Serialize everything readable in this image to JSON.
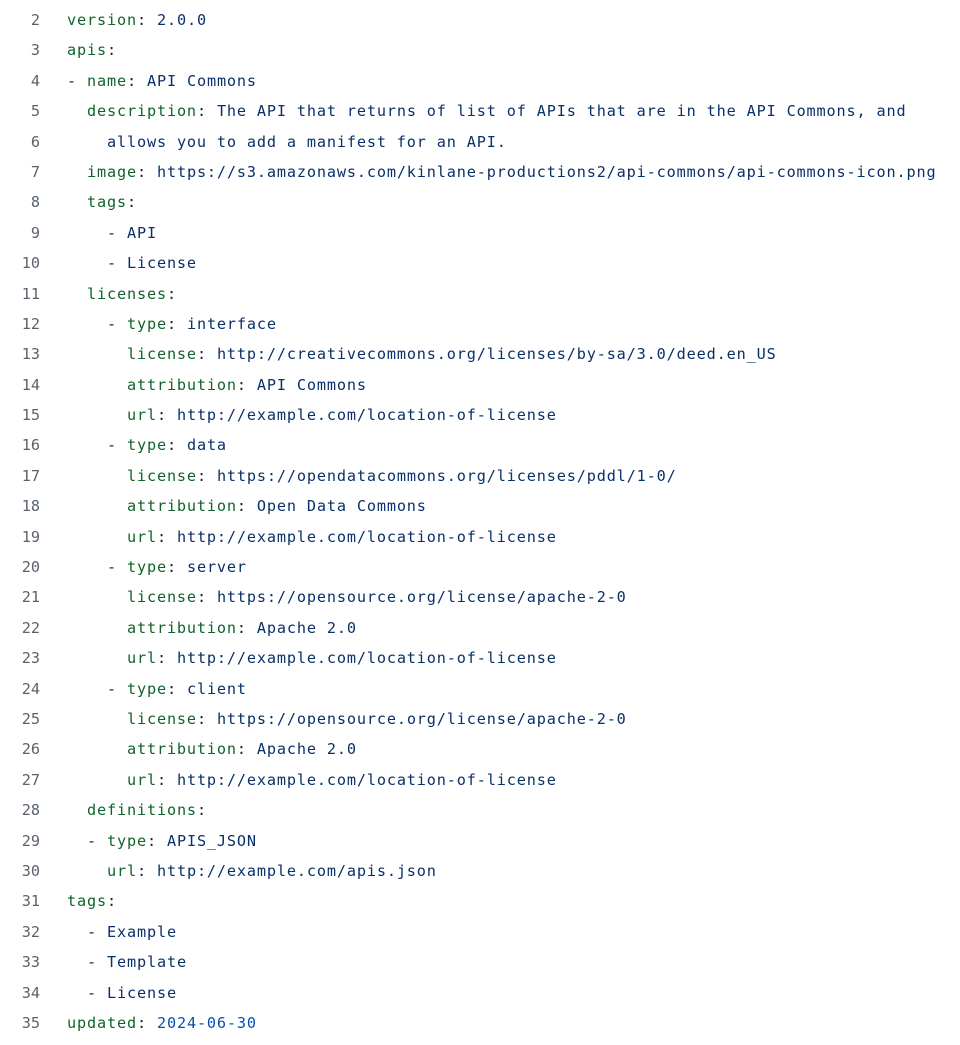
{
  "colors": {
    "key": "#116329",
    "value": "#0a3069",
    "punct": "#1f2328",
    "number": "#0550ae",
    "line_number": "#59636e"
  },
  "lines": [
    {
      "n": "2",
      "tokens": [
        {
          "t": "version",
          "c": "k"
        },
        {
          "t": ": ",
          "c": "p"
        },
        {
          "t": "2.0.0",
          "c": "v"
        }
      ]
    },
    {
      "n": "3",
      "tokens": [
        {
          "t": "apis",
          "c": "k"
        },
        {
          "t": ":",
          "c": "p"
        }
      ]
    },
    {
      "n": "4",
      "tokens": [
        {
          "t": "- ",
          "c": "p"
        },
        {
          "t": "name",
          "c": "k"
        },
        {
          "t": ": ",
          "c": "p"
        },
        {
          "t": "API Commons",
          "c": "v"
        }
      ]
    },
    {
      "n": "5",
      "tokens": [
        {
          "t": "  ",
          "c": "p"
        },
        {
          "t": "description",
          "c": "k"
        },
        {
          "t": ": ",
          "c": "p"
        },
        {
          "t": "The API that returns of list of APIs that are in the API Commons, and",
          "c": "v"
        }
      ]
    },
    {
      "n": "6",
      "tokens": [
        {
          "t": "    ",
          "c": "p"
        },
        {
          "t": "allows you to add a manifest for an API.",
          "c": "v"
        }
      ]
    },
    {
      "n": "7",
      "tokens": [
        {
          "t": "  ",
          "c": "p"
        },
        {
          "t": "image",
          "c": "k"
        },
        {
          "t": ": ",
          "c": "p"
        },
        {
          "t": "https://s3.amazonaws.com/kinlane-productions2/api-commons/api-commons-icon.png",
          "c": "v"
        }
      ]
    },
    {
      "n": "8",
      "tokens": [
        {
          "t": "  ",
          "c": "p"
        },
        {
          "t": "tags",
          "c": "k"
        },
        {
          "t": ":",
          "c": "p"
        }
      ]
    },
    {
      "n": "9",
      "tokens": [
        {
          "t": "    - ",
          "c": "p"
        },
        {
          "t": "API",
          "c": "v"
        }
      ]
    },
    {
      "n": "10",
      "tokens": [
        {
          "t": "    - ",
          "c": "p"
        },
        {
          "t": "License",
          "c": "v"
        }
      ]
    },
    {
      "n": "11",
      "tokens": [
        {
          "t": "  ",
          "c": "p"
        },
        {
          "t": "licenses",
          "c": "k"
        },
        {
          "t": ":",
          "c": "p"
        }
      ]
    },
    {
      "n": "12",
      "tokens": [
        {
          "t": "    - ",
          "c": "p"
        },
        {
          "t": "type",
          "c": "k"
        },
        {
          "t": ": ",
          "c": "p"
        },
        {
          "t": "interface",
          "c": "v"
        }
      ]
    },
    {
      "n": "13",
      "tokens": [
        {
          "t": "      ",
          "c": "p"
        },
        {
          "t": "license",
          "c": "k"
        },
        {
          "t": ": ",
          "c": "p"
        },
        {
          "t": "http://creativecommons.org/licenses/by-sa/3.0/deed.en_US",
          "c": "v"
        }
      ]
    },
    {
      "n": "14",
      "tokens": [
        {
          "t": "      ",
          "c": "p"
        },
        {
          "t": "attribution",
          "c": "k"
        },
        {
          "t": ": ",
          "c": "p"
        },
        {
          "t": "API Commons",
          "c": "v"
        }
      ]
    },
    {
      "n": "15",
      "tokens": [
        {
          "t": "      ",
          "c": "p"
        },
        {
          "t": "url",
          "c": "k"
        },
        {
          "t": ": ",
          "c": "p"
        },
        {
          "t": "http://example.com/location-of-license",
          "c": "v"
        }
      ]
    },
    {
      "n": "16",
      "tokens": [
        {
          "t": "    - ",
          "c": "p"
        },
        {
          "t": "type",
          "c": "k"
        },
        {
          "t": ": ",
          "c": "p"
        },
        {
          "t": "data",
          "c": "v"
        }
      ]
    },
    {
      "n": "17",
      "tokens": [
        {
          "t": "      ",
          "c": "p"
        },
        {
          "t": "license",
          "c": "k"
        },
        {
          "t": ": ",
          "c": "p"
        },
        {
          "t": "https://opendatacommons.org/licenses/pddl/1-0/",
          "c": "v"
        }
      ]
    },
    {
      "n": "18",
      "tokens": [
        {
          "t": "      ",
          "c": "p"
        },
        {
          "t": "attribution",
          "c": "k"
        },
        {
          "t": ": ",
          "c": "p"
        },
        {
          "t": "Open Data Commons",
          "c": "v"
        }
      ]
    },
    {
      "n": "19",
      "tokens": [
        {
          "t": "      ",
          "c": "p"
        },
        {
          "t": "url",
          "c": "k"
        },
        {
          "t": ": ",
          "c": "p"
        },
        {
          "t": "http://example.com/location-of-license",
          "c": "v"
        }
      ]
    },
    {
      "n": "20",
      "tokens": [
        {
          "t": "    - ",
          "c": "p"
        },
        {
          "t": "type",
          "c": "k"
        },
        {
          "t": ": ",
          "c": "p"
        },
        {
          "t": "server",
          "c": "v"
        }
      ]
    },
    {
      "n": "21",
      "tokens": [
        {
          "t": "      ",
          "c": "p"
        },
        {
          "t": "license",
          "c": "k"
        },
        {
          "t": ": ",
          "c": "p"
        },
        {
          "t": "https://opensource.org/license/apache-2-0",
          "c": "v"
        }
      ]
    },
    {
      "n": "22",
      "tokens": [
        {
          "t": "      ",
          "c": "p"
        },
        {
          "t": "attribution",
          "c": "k"
        },
        {
          "t": ": ",
          "c": "p"
        },
        {
          "t": "Apache 2.0",
          "c": "v"
        }
      ]
    },
    {
      "n": "23",
      "tokens": [
        {
          "t": "      ",
          "c": "p"
        },
        {
          "t": "url",
          "c": "k"
        },
        {
          "t": ": ",
          "c": "p"
        },
        {
          "t": "http://example.com/location-of-license",
          "c": "v"
        }
      ]
    },
    {
      "n": "24",
      "tokens": [
        {
          "t": "    - ",
          "c": "p"
        },
        {
          "t": "type",
          "c": "k"
        },
        {
          "t": ": ",
          "c": "p"
        },
        {
          "t": "client",
          "c": "v"
        }
      ]
    },
    {
      "n": "25",
      "tokens": [
        {
          "t": "      ",
          "c": "p"
        },
        {
          "t": "license",
          "c": "k"
        },
        {
          "t": ": ",
          "c": "p"
        },
        {
          "t": "https://opensource.org/license/apache-2-0",
          "c": "v"
        }
      ]
    },
    {
      "n": "26",
      "tokens": [
        {
          "t": "      ",
          "c": "p"
        },
        {
          "t": "attribution",
          "c": "k"
        },
        {
          "t": ": ",
          "c": "p"
        },
        {
          "t": "Apache 2.0",
          "c": "v"
        }
      ]
    },
    {
      "n": "27",
      "tokens": [
        {
          "t": "      ",
          "c": "p"
        },
        {
          "t": "url",
          "c": "k"
        },
        {
          "t": ": ",
          "c": "p"
        },
        {
          "t": "http://example.com/location-of-license",
          "c": "v"
        }
      ]
    },
    {
      "n": "28",
      "tokens": [
        {
          "t": "  ",
          "c": "p"
        },
        {
          "t": "definitions",
          "c": "k"
        },
        {
          "t": ":",
          "c": "p"
        }
      ]
    },
    {
      "n": "29",
      "tokens": [
        {
          "t": "  - ",
          "c": "p"
        },
        {
          "t": "type",
          "c": "k"
        },
        {
          "t": ": ",
          "c": "p"
        },
        {
          "t": "APIS_JSON",
          "c": "v"
        }
      ]
    },
    {
      "n": "30",
      "tokens": [
        {
          "t": "    ",
          "c": "p"
        },
        {
          "t": "url",
          "c": "k"
        },
        {
          "t": ": ",
          "c": "p"
        },
        {
          "t": "http://example.com/apis.json",
          "c": "v"
        }
      ]
    },
    {
      "n": "31",
      "tokens": [
        {
          "t": "tags",
          "c": "k"
        },
        {
          "t": ":",
          "c": "p"
        }
      ]
    },
    {
      "n": "32",
      "tokens": [
        {
          "t": "  - ",
          "c": "p"
        },
        {
          "t": "Example",
          "c": "v"
        }
      ]
    },
    {
      "n": "33",
      "tokens": [
        {
          "t": "  - ",
          "c": "p"
        },
        {
          "t": "Template",
          "c": "v"
        }
      ]
    },
    {
      "n": "34",
      "tokens": [
        {
          "t": "  - ",
          "c": "p"
        },
        {
          "t": "License",
          "c": "v"
        }
      ]
    },
    {
      "n": "35",
      "tokens": [
        {
          "t": "updated",
          "c": "k"
        },
        {
          "t": ": ",
          "c": "p"
        },
        {
          "t": "2024-06-30",
          "c": "n"
        }
      ]
    }
  ]
}
